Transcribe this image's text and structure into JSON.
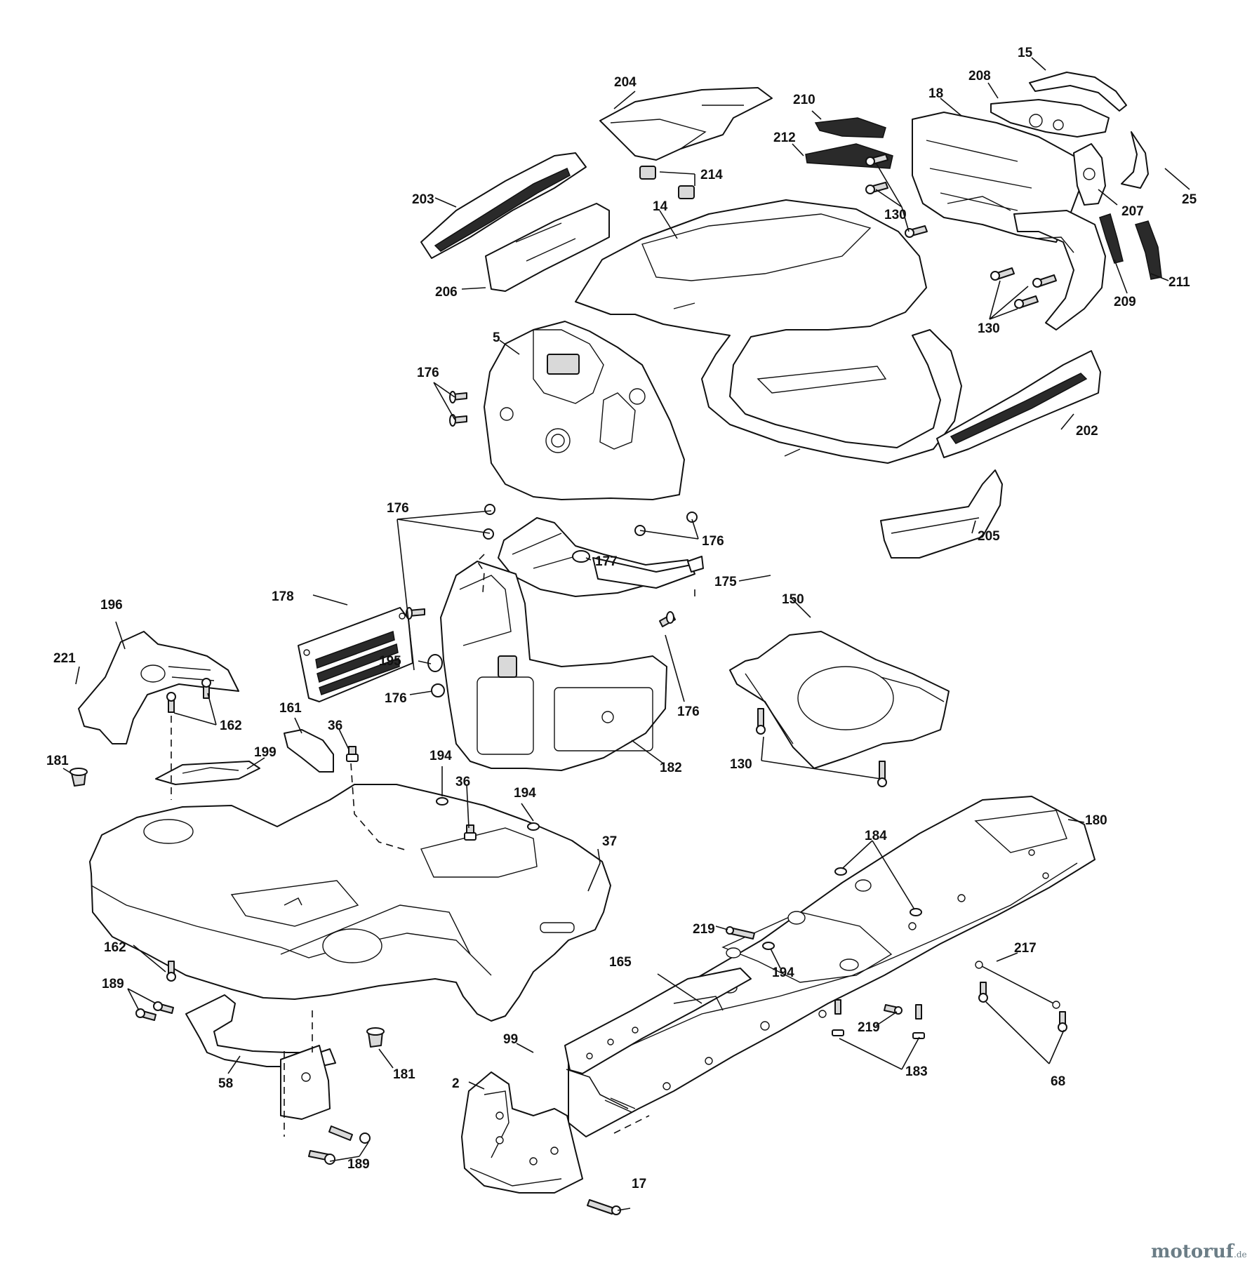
{
  "diagram": {
    "callouts": {
      "c204": "204",
      "c15": "15",
      "c208": "208",
      "c18": "18",
      "c210": "210",
      "c212": "212",
      "c214": "214",
      "c203": "203",
      "c14": "14",
      "c130a": "130",
      "c207": "207",
      "c25": "25",
      "c211": "211",
      "c209": "209",
      "c130b": "130",
      "c206": "206",
      "c5": "5",
      "c176a": "176",
      "c202": "202",
      "c176b": "176",
      "c176c": "176",
      "c205": "205",
      "c177": "177",
      "c178": "178",
      "c175": "175",
      "c150": "150",
      "c196": "196",
      "c221": "221",
      "c195": "195",
      "c176d": "176",
      "c176e": "176",
      "c162a": "162",
      "c161": "161",
      "c36a": "36",
      "c182": "182",
      "c130c": "130",
      "c181a": "181",
      "c199": "199",
      "c194a": "194",
      "c36b": "36",
      "c194b": "194",
      "c180": "180",
      "c37": "37",
      "c184": "184",
      "c162b": "162",
      "c219a": "219",
      "c194c": "194",
      "c165": "165",
      "c217": "217",
      "c189a": "189",
      "c219b": "219",
      "c99": "99",
      "c183": "183",
      "c181b": "181",
      "c58": "58",
      "c2": "2",
      "c68": "68",
      "c189b": "189",
      "c17": "17"
    }
  },
  "watermark": {
    "brand": "motoruf",
    "tld": ".de",
    "dot_color": "#d94a1e",
    "text_color": "#6b7d86"
  }
}
